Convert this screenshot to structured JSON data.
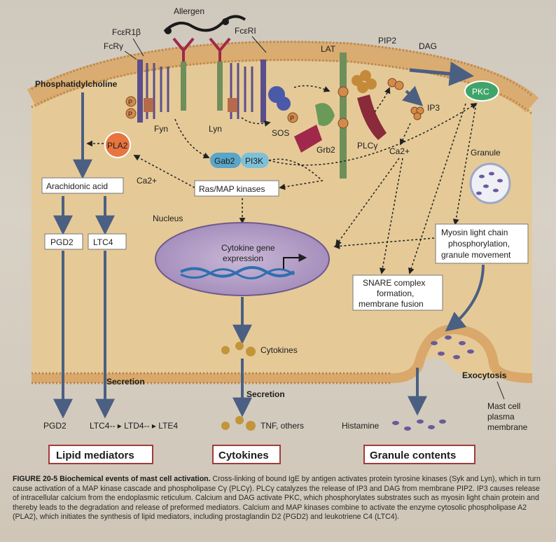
{
  "labels": {
    "allergen": "Allergen",
    "fceri": "FcεRI",
    "fcer1b": "FcεR1β",
    "fcrg": "FcRγ",
    "lat": "LAT",
    "pip2": "PIP2",
    "dag": "DAG",
    "phosphatidylcholine": "Phosphatidylcholine",
    "pkc": "PKC",
    "ip3": "IP3",
    "fyn": "Fyn",
    "lyn": "Lyn",
    "sos": "SOS",
    "grb2": "Grb2",
    "plcg": "PLCγ",
    "ca_1": "Ca2+",
    "ca_2": "Ca2+",
    "pla2": "PLA2",
    "gab2": "Gab2",
    "pi3k": "PI3K",
    "granule": "Granule",
    "arachidonic": "Arachidonic acid",
    "ras": "Ras/MAP kinases",
    "nucleus": "Nucleus",
    "pgd2_box": "PGD2",
    "ltc4_box": "LTC4",
    "cytokine_gene_1": "Cytokine gene",
    "cytokine_gene_2": "expression",
    "myosin_1": "Myosin light chain",
    "myosin_2": "phosphorylation,",
    "myosin_3": "granule movement",
    "snare_1": "SNARE complex",
    "snare_2": "formation,",
    "snare_3": "membrane fusion",
    "cytokines": "Cytokines",
    "secretion_left": "Secretion",
    "secretion_mid": "Secretion",
    "exocytosis": "Exocytosis",
    "mast_1": "Mast cell",
    "mast_2": "plasma",
    "mast_3": "membrane",
    "pgd2_out": "PGD2",
    "ltc4_chain": "LTC4-- ▸ LTD4-- ▸ LTE4",
    "tnf": "TNF, others",
    "histamine": "Histamine",
    "lipid_mediators": "Lipid mediators",
    "cytokines_box": "Cytokines",
    "granule_contents": "Granule contents",
    "p": "P"
  },
  "caption": {
    "title": "FIGURE 20-5 Biochemical events of mast cell activation.",
    "body": " Cross-linking of bound IgE by antigen activates protein tyrosine kinases (Syk and Lyn), which in turn cause activation of a MAP kinase cascade and phospholipase Cγ (PLCγ). PLCγ catalyzes the release of IP3 and DAG from membrane PIP2. IP3 causes release of intracellular calcium from the endoplasmic reticulum. Calcium and DAG activate PKC, which phosphorylates substrates such as myosin light chain protein and thereby leads to the degradation and release of preformed mediators. Calcium and MAP kinases combine to activate the enzyme cytosolic phospholipase A2 (PLA2), which initiates the synthesis of lipid mediators, including prostaglandin D2 (PGD2) and leukotriene C4 (LTC4)."
  },
  "colors": {
    "cytoplasm": "#e8c990",
    "membrane": "#d9a86a",
    "nucleus": "#b8a3c9",
    "receptor_purple": "#5a4e8c",
    "receptor_green": "#6f8f5a",
    "arrow_blue": "#4b5f82",
    "pla2": "#e8743f",
    "pkc": "#3fa46a",
    "gab2": "#5aa5c8",
    "grb2": "#6b9a58",
    "sos": "#a0284a"
  }
}
